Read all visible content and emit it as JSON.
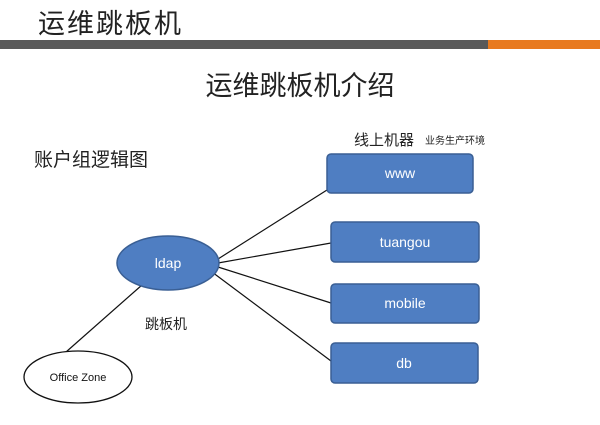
{
  "header": {
    "title": "运维跳板机"
  },
  "slide": {
    "title": "运维跳板机介绍",
    "subtitle": "账户组逻辑图",
    "online_label": "线上机器",
    "env_label": "业务生产环境",
    "jump_label": "跳板机"
  },
  "nodes": {
    "ldap": "ldap",
    "office_zone": "Office Zone",
    "servers": [
      "www",
      "tuangou",
      "mobile",
      "db"
    ]
  },
  "colors": {
    "node_fill": "#4f7ec2",
    "node_stroke": "#3a5f94",
    "gray_bar": "#5a5a5a",
    "orange_bar": "#e87a1f"
  }
}
